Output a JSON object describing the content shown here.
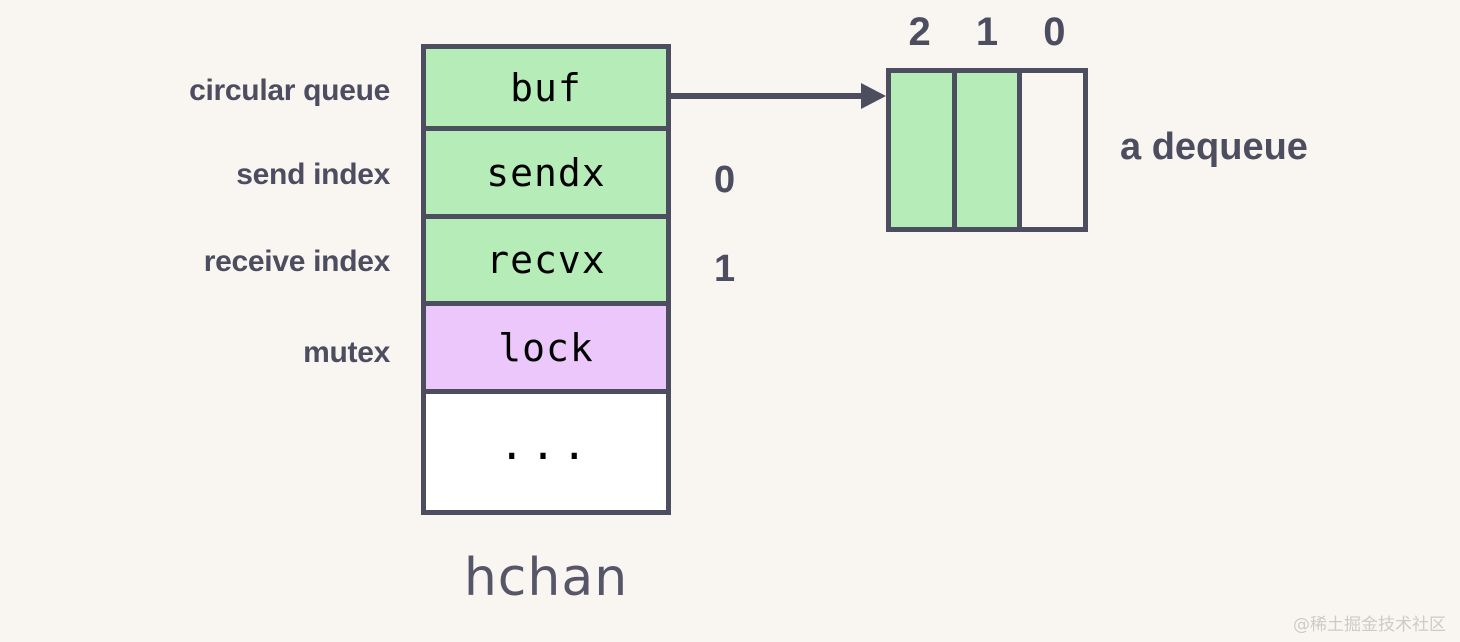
{
  "diagram": {
    "background_color": "#f9f6f2",
    "stroke_color": "#4d4d60",
    "accent_green": "#b5ecb7",
    "accent_purple": "#ecc7fb",
    "struct_caption": "hchan",
    "labels": [
      {
        "text": "circular queue",
        "target": "buf"
      },
      {
        "text": "send index",
        "target": "sendx"
      },
      {
        "text": "receive index",
        "target": "recvx"
      },
      {
        "text": "mutex",
        "target": "lock"
      }
    ],
    "struct_rows": [
      {
        "name": "buf",
        "text": "buf",
        "fill": "green"
      },
      {
        "name": "sendx",
        "text": "sendx",
        "fill": "green"
      },
      {
        "name": "recvx",
        "text": "recvx",
        "fill": "green"
      },
      {
        "name": "lock",
        "text": "lock",
        "fill": "purple"
      },
      {
        "name": "more",
        "text": "...",
        "fill": "white"
      }
    ],
    "index_values": [
      {
        "field": "sendx",
        "value": "0"
      },
      {
        "field": "recvx",
        "value": "1"
      }
    ],
    "dequeue": {
      "caption": "a dequeue",
      "indices": [
        "2",
        "1",
        "0"
      ],
      "cells": [
        {
          "index": "2",
          "state": "filled"
        },
        {
          "index": "1",
          "state": "filled"
        },
        {
          "index": "0",
          "state": "empty"
        }
      ]
    },
    "arrow": {
      "from": "buf",
      "to": "dequeue",
      "direction": "right"
    },
    "watermark": "@稀土掘金技术社区"
  }
}
